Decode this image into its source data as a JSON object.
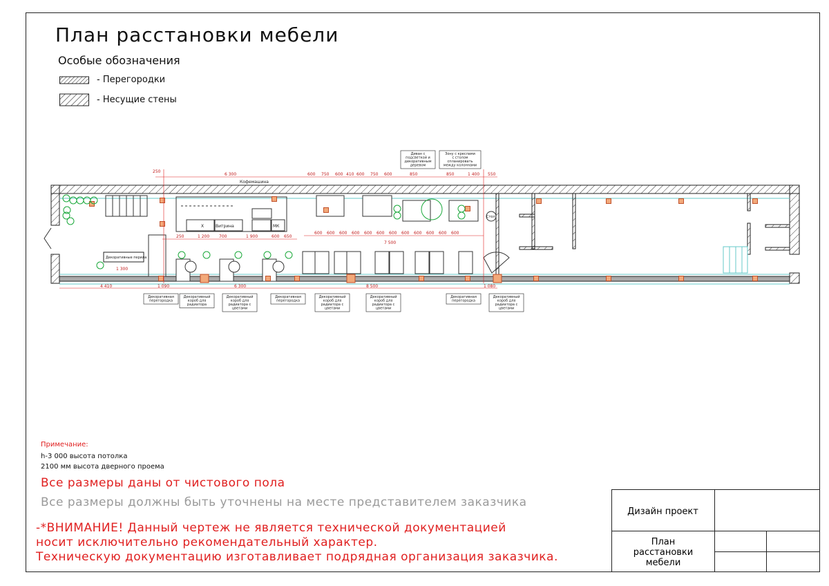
{
  "title": "План расстановки мебели",
  "legend": {
    "heading": "Особые обозначения",
    "items": [
      {
        "label": "- Перегородки",
        "pattern": "fine-hatch"
      },
      {
        "label": "- Несущие стены",
        "pattern": "coarse-hatch"
      }
    ]
  },
  "plan": {
    "dims_top": [
      "250",
      "6 300",
      "600",
      "750",
      "600",
      "410",
      "600",
      "750",
      "600",
      "850",
      "850",
      "1 400",
      "550"
    ],
    "dims_mid": [
      "250",
      "1 200",
      "700",
      "1 900",
      "600",
      "650"
    ],
    "dims_seats": [
      "600",
      "600",
      "600",
      "600",
      "600",
      "600",
      "600",
      "600",
      "600",
      "600",
      "600",
      "600"
    ],
    "dim_total_seats": "7 500",
    "dims_bottom": [
      "4 410",
      "1 090",
      "6 300",
      "8 500",
      "1 080"
    ],
    "labels": {
      "coffee_machine": "Кофемашина",
      "showcase": "Витрина",
      "mk": "МК",
      "x": "Х",
      "railing": "Декоративные перила",
      "table": "Стол",
      "railing_len": "1 300"
    },
    "callouts_top": [
      "Диван с подсветкой и декоративным деревом",
      "Зону с креслами с столом спланировать между колоннами"
    ],
    "callouts_bottom": [
      "Декоративная перегородка",
      "Декоративный короб для радиатора",
      "Декоративный короб для радиатора с цветами",
      "Декоративная перегородка",
      "Декоративный короб для радиатора с цветами",
      "Декоративный короб для радиатора с цветами",
      "Декоративная перегородка",
      "Декоративный короб для радиатора с цветами"
    ]
  },
  "notes": {
    "heading": "Примечание:",
    "lines": [
      "h-3 000 высота потолка",
      "2100 мм высота дверного проема"
    ],
    "floor_note": "Все размеры даны от чистового пола",
    "verify_note": "Все размеры должны быть уточнены на месте представителем заказчика",
    "warning": [
      "-*ВНИМАНИЕ! Данный чертеж не является технической документацией",
      "носит исключительно рекомендательный характер.",
      "Техническую документацию изготавливает подрядная организация заказчика."
    ]
  },
  "title_block": {
    "project": "Дизайн проект",
    "sheet": "План расстановки мебели"
  },
  "colors": {
    "red": "#e02020",
    "green": "#1aa83a",
    "cyan": "#66c8c8",
    "column": "#f2a97a",
    "gray_note": "#9a9a9a"
  }
}
